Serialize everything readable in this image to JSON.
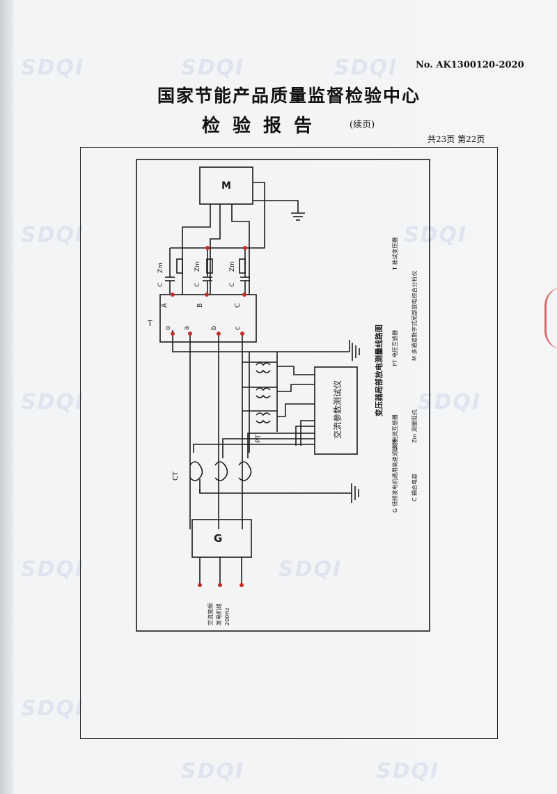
{
  "header": {
    "report_no": "No. AK1300120-2020",
    "title": "国家节能产品质量监督检验中心",
    "subtitle": "检验报告",
    "subtitle_note": "(续页)",
    "page_count": "共23页 第22页"
  },
  "watermark": {
    "text": "SDQI"
  },
  "diagram": {
    "caption": "变压器局部放电测量线路图",
    "analyzer_label": "交流参数测试仪",
    "M": "M",
    "G": "G",
    "T": "T",
    "PT": "PT",
    "CT": "CT",
    "terminals_hv": [
      "A",
      "B",
      "C"
    ],
    "terminals_lv": [
      "o",
      "a",
      "b",
      "c"
    ],
    "zm_label": "Zm",
    "c_label": "C",
    "source_label": [
      "交流变频",
      "发电机组",
      "200Hz"
    ],
    "legend": [
      "T  被试变压器",
      "PT 电压互感器",
      "M  多通道数字式局部放电综合分析仪",
      "G  低频发电机通用高速滤波器",
      "CT 电流互感器",
      "Zm 测量阻抗",
      "C  耦合电容"
    ]
  },
  "colors": {
    "ink": "#1a1a1a",
    "terminal": "#c0302b",
    "watermark": "#dfe4ee",
    "stamp": "#d2454a"
  }
}
